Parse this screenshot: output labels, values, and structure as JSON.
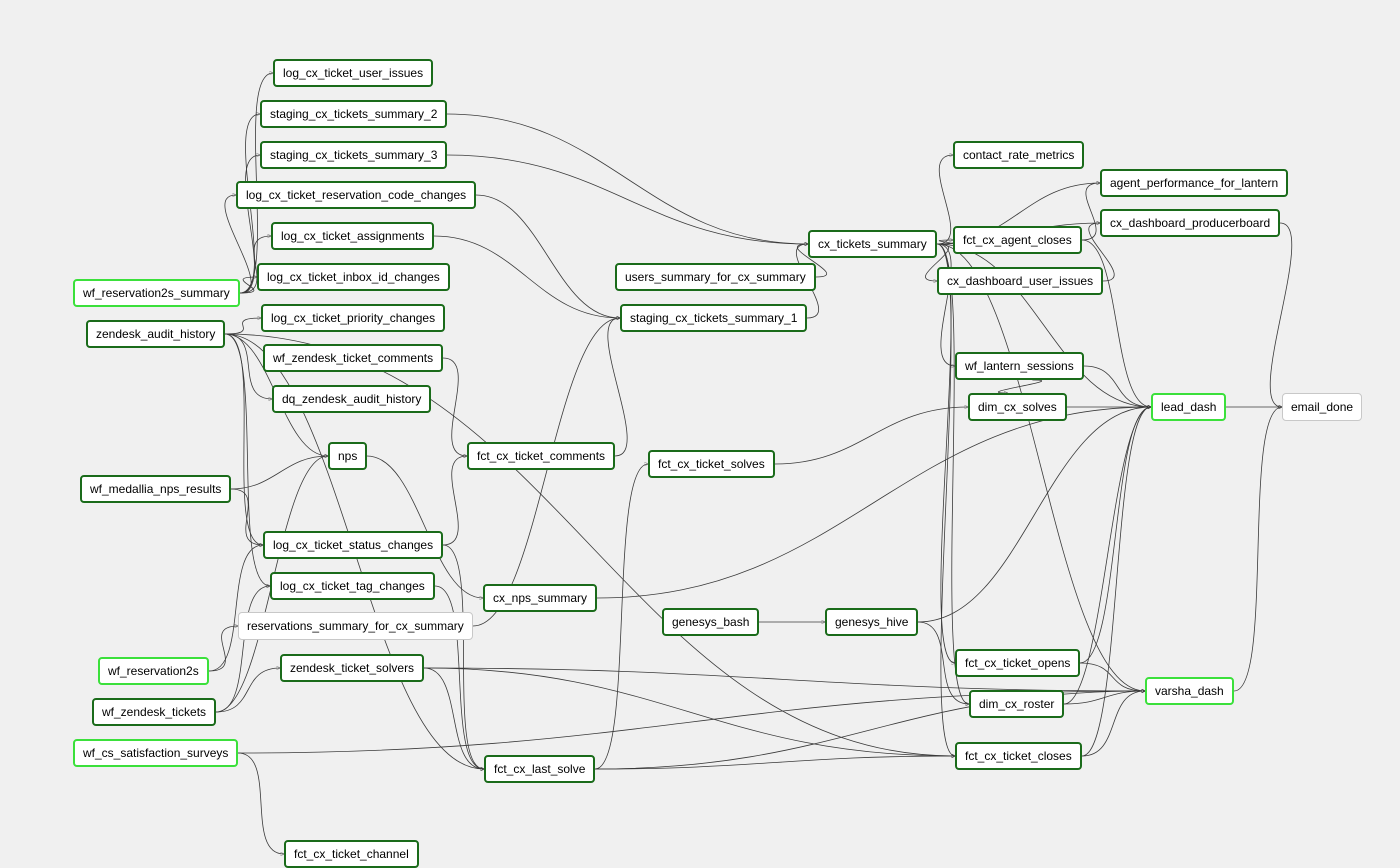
{
  "graph": {
    "status_colors": {
      "success": "#1a6b1a",
      "running": "#3be03b",
      "none": "#c8c8c8",
      "edge": "#3a3a3a",
      "background": "#f0f0f0"
    },
    "nodes": [
      {
        "id": "log_cx_ticket_user_issues",
        "label": "log_cx_ticket_user_issues",
        "status": "success"
      },
      {
        "id": "staging_cx_tickets_summary_2",
        "label": "staging_cx_tickets_summary_2",
        "status": "success"
      },
      {
        "id": "staging_cx_tickets_summary_3",
        "label": "staging_cx_tickets_summary_3",
        "status": "success"
      },
      {
        "id": "log_cx_ticket_reservation_code_changes",
        "label": "log_cx_ticket_reservation_code_changes",
        "status": "success"
      },
      {
        "id": "log_cx_ticket_assignments",
        "label": "log_cx_ticket_assignments",
        "status": "success"
      },
      {
        "id": "log_cx_ticket_inbox_id_changes",
        "label": "log_cx_ticket_inbox_id_changes",
        "status": "success"
      },
      {
        "id": "wf_reservation2s_summary",
        "label": "wf_reservation2s_summary",
        "status": "running"
      },
      {
        "id": "zendesk_audit_history",
        "label": "zendesk_audit_history",
        "status": "success"
      },
      {
        "id": "log_cx_ticket_priority_changes",
        "label": "log_cx_ticket_priority_changes",
        "status": "success"
      },
      {
        "id": "wf_zendesk_ticket_comments",
        "label": "wf_zendesk_ticket_comments",
        "status": "success"
      },
      {
        "id": "dq_zendesk_audit_history",
        "label": "dq_zendesk_audit_history",
        "status": "success"
      },
      {
        "id": "nps",
        "label": "nps",
        "status": "success"
      },
      {
        "id": "fct_cx_ticket_comments",
        "label": "fct_cx_ticket_comments",
        "status": "success"
      },
      {
        "id": "wf_medallia_nps_results",
        "label": "wf_medallia_nps_results",
        "status": "success"
      },
      {
        "id": "log_cx_ticket_status_changes",
        "label": "log_cx_ticket_status_changes",
        "status": "success"
      },
      {
        "id": "log_cx_ticket_tag_changes",
        "label": "log_cx_ticket_tag_changes",
        "status": "success"
      },
      {
        "id": "reservations_summary_for_cx_summary",
        "label": "reservations_summary_for_cx_summary",
        "status": "none"
      },
      {
        "id": "wf_reservation2s",
        "label": "wf_reservation2s",
        "status": "running"
      },
      {
        "id": "zendesk_ticket_solvers",
        "label": "zendesk_ticket_solvers",
        "status": "success"
      },
      {
        "id": "wf_zendesk_tickets",
        "label": "wf_zendesk_tickets",
        "status": "success"
      },
      {
        "id": "wf_cs_satisfaction_surveys",
        "label": "wf_cs_satisfaction_surveys",
        "status": "running"
      },
      {
        "id": "fct_cx_last_solve",
        "label": "fct_cx_last_solve",
        "status": "success"
      },
      {
        "id": "fct_cx_ticket_channel",
        "label": "fct_cx_ticket_channel",
        "status": "success"
      },
      {
        "id": "users_summary_for_cx_summary",
        "label": "users_summary_for_cx_summary",
        "status": "success"
      },
      {
        "id": "staging_cx_tickets_summary_1",
        "label": "staging_cx_tickets_summary_1",
        "status": "success"
      },
      {
        "id": "fct_cx_ticket_solves",
        "label": "fct_cx_ticket_solves",
        "status": "success"
      },
      {
        "id": "cx_nps_summary",
        "label": "cx_nps_summary",
        "status": "success"
      },
      {
        "id": "genesys_bash",
        "label": "genesys_bash",
        "status": "success"
      },
      {
        "id": "genesys_hive",
        "label": "genesys_hive",
        "status": "success"
      },
      {
        "id": "cx_tickets_summary",
        "label": "cx_tickets_summary",
        "status": "success"
      },
      {
        "id": "contact_rate_metrics",
        "label": "contact_rate_metrics",
        "status": "success"
      },
      {
        "id": "fct_cx_agent_closes",
        "label": "fct_cx_agent_closes",
        "status": "success"
      },
      {
        "id": "cx_dashboard_user_issues",
        "label": "cx_dashboard_user_issues",
        "status": "success"
      },
      {
        "id": "wf_lantern_sessions",
        "label": "wf_lantern_sessions",
        "status": "success"
      },
      {
        "id": "dim_cx_solves",
        "label": "dim_cx_solves",
        "status": "success"
      },
      {
        "id": "fct_cx_ticket_opens",
        "label": "fct_cx_ticket_opens",
        "status": "success"
      },
      {
        "id": "dim_cx_roster",
        "label": "dim_cx_roster",
        "status": "success"
      },
      {
        "id": "fct_cx_ticket_closes",
        "label": "fct_cx_ticket_closes",
        "status": "success"
      },
      {
        "id": "agent_performance_for_lantern",
        "label": "agent_performance_for_lantern",
        "status": "success"
      },
      {
        "id": "cx_dashboard_producerboard",
        "label": "cx_dashboard_producerboard",
        "status": "success"
      },
      {
        "id": "lead_dash",
        "label": "lead_dash",
        "status": "running"
      },
      {
        "id": "varsha_dash",
        "label": "varsha_dash",
        "status": "running"
      },
      {
        "id": "email_done",
        "label": "email_done",
        "status": "none"
      }
    ],
    "edges": [
      [
        "wf_reservation2s_summary",
        "log_cx_ticket_user_issues"
      ],
      [
        "wf_reservation2s_summary",
        "staging_cx_tickets_summary_2"
      ],
      [
        "wf_reservation2s_summary",
        "staging_cx_tickets_summary_3"
      ],
      [
        "wf_reservation2s_summary",
        "log_cx_ticket_reservation_code_changes"
      ],
      [
        "wf_reservation2s_summary",
        "log_cx_ticket_assignments"
      ],
      [
        "wf_reservation2s_summary",
        "log_cx_ticket_inbox_id_changes"
      ],
      [
        "zendesk_audit_history",
        "log_cx_ticket_priority_changes"
      ],
      [
        "zendesk_audit_history",
        "dq_zendesk_audit_history"
      ],
      [
        "zendesk_audit_history",
        "nps"
      ],
      [
        "zendesk_audit_history",
        "log_cx_ticket_status_changes"
      ],
      [
        "zendesk_audit_history",
        "log_cx_ticket_tag_changes"
      ],
      [
        "zendesk_audit_history",
        "fct_cx_last_solve"
      ],
      [
        "zendesk_audit_history",
        "fct_cx_ticket_closes"
      ],
      [
        "wf_medallia_nps_results",
        "nps"
      ],
      [
        "wf_medallia_nps_results",
        "log_cx_ticket_status_changes"
      ],
      [
        "nps",
        "cx_nps_summary"
      ],
      [
        "wf_zendesk_ticket_comments",
        "fct_cx_ticket_comments"
      ],
      [
        "log_cx_ticket_status_changes",
        "fct_cx_ticket_comments"
      ],
      [
        "reservations_summary_for_cx_summary",
        "staging_cx_tickets_summary_1"
      ],
      [
        "log_cx_ticket_status_changes",
        "fct_cx_last_solve"
      ],
      [
        "log_cx_ticket_tag_changes",
        "fct_cx_last_solve"
      ],
      [
        "wf_reservation2s",
        "log_cx_ticket_status_changes"
      ],
      [
        "wf_reservation2s",
        "reservations_summary_for_cx_summary"
      ],
      [
        "wf_zendesk_tickets",
        "zendesk_ticket_solvers"
      ],
      [
        "wf_zendesk_tickets",
        "log_cx_ticket_tag_changes"
      ],
      [
        "wf_zendesk_tickets",
        "nps"
      ],
      [
        "wf_cs_satisfaction_surveys",
        "fct_cx_ticket_channel"
      ],
      [
        "wf_cs_satisfaction_surveys",
        "varsha_dash"
      ],
      [
        "zendesk_ticket_solvers",
        "fct_cx_last_solve"
      ],
      [
        "zendesk_ticket_solvers",
        "fct_cx_ticket_closes"
      ],
      [
        "zendesk_ticket_solvers",
        "varsha_dash"
      ],
      [
        "fct_cx_last_solve",
        "fct_cx_ticket_solves"
      ],
      [
        "fct_cx_last_solve",
        "fct_cx_ticket_closes"
      ],
      [
        "fct_cx_last_solve",
        "varsha_dash"
      ],
      [
        "staging_cx_tickets_summary_2",
        "cx_tickets_summary"
      ],
      [
        "staging_cx_tickets_summary_3",
        "cx_tickets_summary"
      ],
      [
        "log_cx_ticket_reservation_code_changes",
        "staging_cx_tickets_summary_1"
      ],
      [
        "log_cx_ticket_assignments",
        "staging_cx_tickets_summary_1"
      ],
      [
        "fct_cx_ticket_comments",
        "staging_cx_tickets_summary_1"
      ],
      [
        "users_summary_for_cx_summary",
        "cx_tickets_summary"
      ],
      [
        "staging_cx_tickets_summary_1",
        "cx_tickets_summary"
      ],
      [
        "fct_cx_ticket_solves",
        "dim_cx_solves"
      ],
      [
        "cx_nps_summary",
        "lead_dash"
      ],
      [
        "genesys_bash",
        "genesys_hive"
      ],
      [
        "genesys_hive",
        "lead_dash"
      ],
      [
        "genesys_hive",
        "dim_cx_roster"
      ],
      [
        "cx_tickets_summary",
        "contact_rate_metrics"
      ],
      [
        "cx_tickets_summary",
        "agent_performance_for_lantern"
      ],
      [
        "cx_tickets_summary",
        "cx_dashboard_producerboard"
      ],
      [
        "cx_tickets_summary",
        "fct_cx_agent_closes"
      ],
      [
        "cx_tickets_summary",
        "cx_dashboard_user_issues"
      ],
      [
        "cx_tickets_summary",
        "wf_lantern_sessions"
      ],
      [
        "cx_tickets_summary",
        "lead_dash"
      ],
      [
        "cx_tickets_summary",
        "fct_cx_ticket_opens"
      ],
      [
        "cx_tickets_summary",
        "dim_cx_roster"
      ],
      [
        "cx_tickets_summary",
        "fct_cx_ticket_closes"
      ],
      [
        "cx_tickets_summary",
        "varsha_dash"
      ],
      [
        "fct_cx_agent_closes",
        "agent_performance_for_lantern"
      ],
      [
        "fct_cx_agent_closes",
        "lead_dash"
      ],
      [
        "cx_dashboard_user_issues",
        "cx_dashboard_producerboard"
      ],
      [
        "wf_lantern_sessions",
        "dim_cx_solves"
      ],
      [
        "wf_lantern_sessions",
        "lead_dash"
      ],
      [
        "dim_cx_solves",
        "lead_dash"
      ],
      [
        "fct_cx_ticket_opens",
        "varsha_dash"
      ],
      [
        "fct_cx_ticket_opens",
        "lead_dash"
      ],
      [
        "dim_cx_roster",
        "varsha_dash"
      ],
      [
        "dim_cx_roster",
        "lead_dash"
      ],
      [
        "fct_cx_ticket_closes",
        "varsha_dash"
      ],
      [
        "fct_cx_ticket_closes",
        "lead_dash"
      ],
      [
        "cx_dashboard_producerboard",
        "email_done"
      ],
      [
        "lead_dash",
        "email_done"
      ],
      [
        "varsha_dash",
        "email_done"
      ]
    ]
  }
}
